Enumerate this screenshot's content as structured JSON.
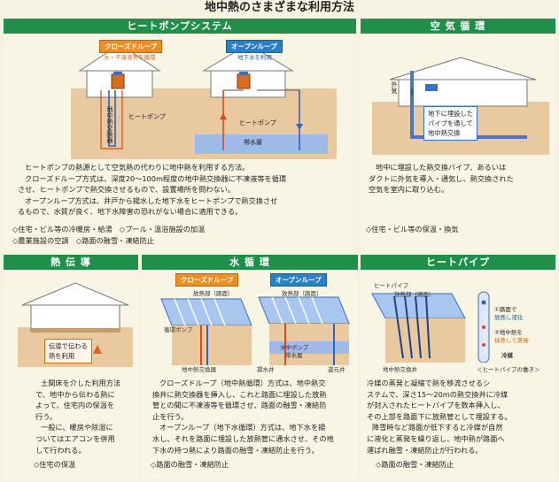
{
  "title": "地中熱のさまざまな利用方法",
  "heatpump": {
    "header": "ヒートポンプシステム",
    "closed_tag": "クローズドループ",
    "closed_sub": "水・不凍液等を循環",
    "open_tag": "オープンループ",
    "open_sub": "地下水を利用",
    "exchanger_label": "地中熱交換器",
    "heatpump_label_1": "ヒートポンプ",
    "heatpump_label_2": "ヒートポンプ",
    "aquifer_label": "帯水層",
    "text": [
      "ヒートポンプの熱源として空気熱の代わりに地中熱を利用する方法。",
      "クローズドループ方式は、深度20〜100m程度の地中熱交換器に不凍液等を循環",
      "させ、ヒートポンプで熱交換させるもので、設置場所を問わない。",
      "オープンループ方式は、井戸から揚水した地下水をヒートポンプで熱交換させ",
      "るもので、水質が良く、地下水障害の恐れがない場合に適用できる。"
    ],
    "bullets": [
      "◇住宅・ビル等の冷暖房・給湯　◇プール・温浴施設の加温",
      "◇農業施設の空調　◇路面の融雪・凍結防止"
    ]
  },
  "air": {
    "header": "空 気 循 環",
    "outside_label": "外気",
    "callout": [
      "地下に埋設した",
      "パイプを通して",
      "地中熱交換"
    ],
    "text": [
      "地中に埋設した熱交換パイプ、あるいは",
      "ダクトに外気を導入・通気し、熱交換された",
      "空気を室内に取り込む。"
    ],
    "bullets": [
      "◇住宅・ビル等の保温・換気"
    ]
  },
  "conduction": {
    "header": "熱 伝 導",
    "callout": [
      "伝導で伝わる",
      "熱を利用"
    ],
    "text": [
      "土間床を介した利用方法",
      "で、地中から伝わる熱に",
      "よって、住宅内の保温を",
      "行う。",
      "一般に、暖房や除湿に",
      "ついてはエアコンを併用",
      "して行われる。"
    ],
    "bullets": [
      "◇住宅の保温"
    ]
  },
  "water": {
    "header": "水 循 環",
    "closed_tag": "クローズドループ",
    "open_tag": "オープンループ",
    "radiator_1": "放熱部（路面）",
    "radiator_2": "放熱部（路面）",
    "pump_label": "循環ポンプ",
    "aquifer_label": "帯水層",
    "pump_well": "水中ポンプ",
    "exchanger_label": "地中熱交換器",
    "pumping_well": "揚水井",
    "return_well": "還元井",
    "text": [
      "クローズドループ（地中熱循環）方式は、地中熱交",
      "換井に熱交換器を挿入し、これと路面に埋設した放熱",
      "管との間に不凍液等を循環させ、路面の融雪・凍結防",
      "止を行う。",
      "オープンループ（地下水循環）方式は、地下水を揚",
      "水し、それを路面に埋設した放熱管に通水させ、その地",
      "下水の持つ熱により路面の融雪・凍結防止を行う。"
    ],
    "bullets": [
      "◇路面の融雪・凍結防止"
    ]
  },
  "heatpipe": {
    "header": "ヒートパイプ",
    "pipe_label": "ヒートパイプ",
    "radiator": "放熱部（路面）",
    "note_1": [
      "①路面で",
      "放熱し液化"
    ],
    "note_2": [
      "②地中熱を",
      "採熱して蒸発"
    ],
    "coolant": "冷媒",
    "well_label": "地中熱交換井",
    "caption": "＜ヒートパイプの働き＞",
    "text": [
      "冷媒の蒸発と凝縮で熱を移流させるシ",
      "ステムで、深さ15〜20mの熱交換井に冷媒",
      "が封入されたヒートパイプを数本挿入し、",
      "その上部を路面下に放熱管として埋設する。",
      "降雪時など路面が低下すると冷媒が自然",
      "に液化と蒸発を繰り返し、地中熱が路面へ",
      "運ばれ融雪・凍結防止が行われる。"
    ],
    "bullets": [
      "◇路面の融雪・凍結防止"
    ]
  }
}
